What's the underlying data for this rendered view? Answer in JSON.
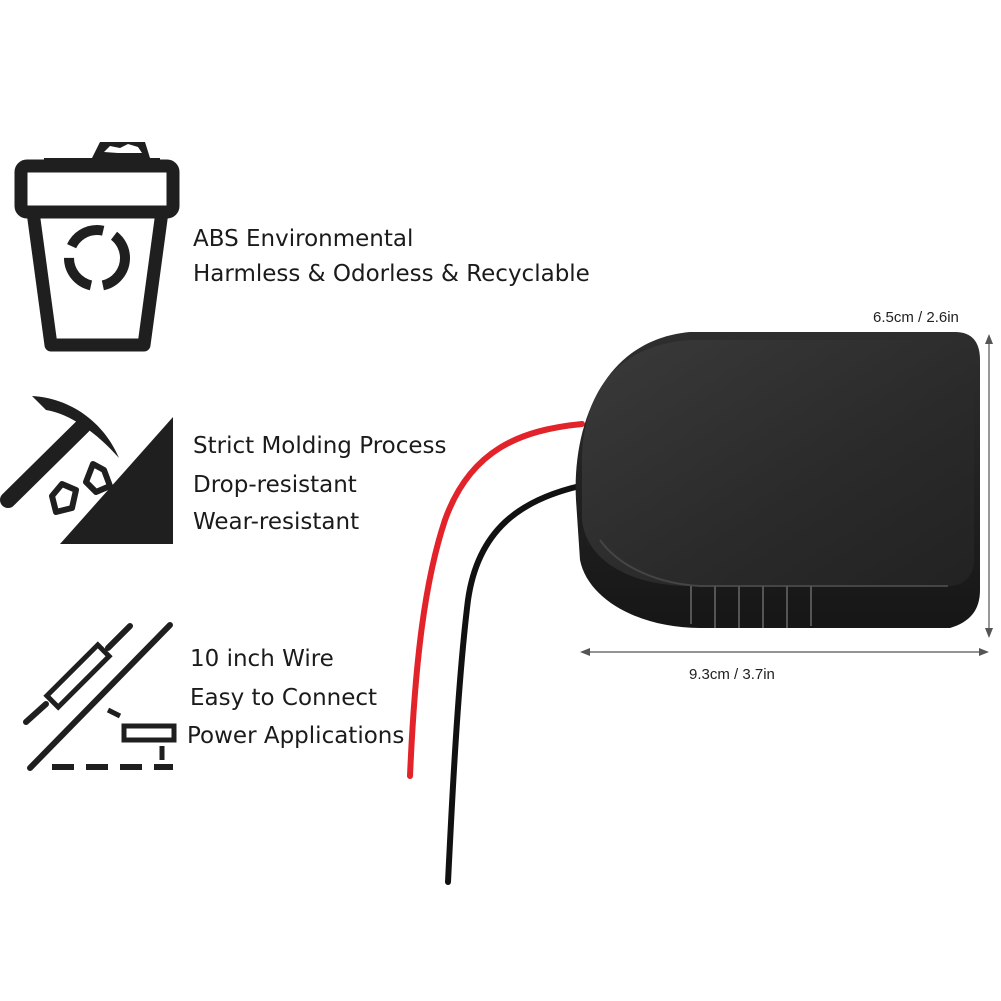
{
  "features": [
    {
      "icon": "recycle-bin-icon",
      "lines": [
        "ABS Environmental",
        "Harmless & Odorless & Recyclable"
      ]
    },
    {
      "icon": "pickaxe-hill-icon",
      "lines": [
        "Strict Molding Process",
        "Drop-resistant",
        "Wear-resistant"
      ]
    },
    {
      "icon": "wire-connector-icon",
      "lines": [
        "10 inch Wire",
        "Easy to Connect",
        "Power Applications"
      ]
    }
  ],
  "dimensions": {
    "height": "6.5cm / 2.6in",
    "width": "9.3cm / 3.7in"
  },
  "colors": {
    "icon": "#1f1f1f",
    "product_body": "#2b2b2b",
    "red_wire": "#e3232a",
    "black_wire": "#111111"
  }
}
